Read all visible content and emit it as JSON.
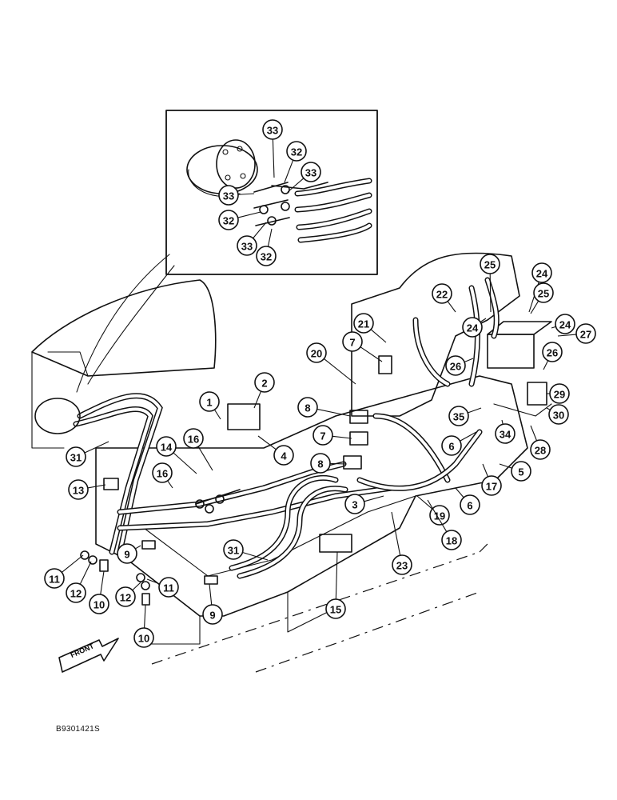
{
  "drawing_code": "B9301421S",
  "front_label": "FRONT",
  "callouts": [
    {
      "num": "33"
    },
    {
      "num": "32"
    },
    {
      "num": "33"
    },
    {
      "num": "33"
    },
    {
      "num": "32"
    },
    {
      "num": "33"
    },
    {
      "num": "32"
    },
    {
      "num": "25"
    },
    {
      "num": "24"
    },
    {
      "num": "22"
    },
    {
      "num": "25"
    },
    {
      "num": "24"
    },
    {
      "num": "24"
    },
    {
      "num": "27"
    },
    {
      "num": "21"
    },
    {
      "num": "7"
    },
    {
      "num": "20"
    },
    {
      "num": "26"
    },
    {
      "num": "26"
    },
    {
      "num": "29"
    },
    {
      "num": "2"
    },
    {
      "num": "8"
    },
    {
      "num": "35"
    },
    {
      "num": "30"
    },
    {
      "num": "1"
    },
    {
      "num": "7"
    },
    {
      "num": "34"
    },
    {
      "num": "16"
    },
    {
      "num": "6"
    },
    {
      "num": "14"
    },
    {
      "num": "4"
    },
    {
      "num": "28"
    },
    {
      "num": "31"
    },
    {
      "num": "8"
    },
    {
      "num": "5"
    },
    {
      "num": "16"
    },
    {
      "num": "13"
    },
    {
      "num": "17"
    },
    {
      "num": "3"
    },
    {
      "num": "6"
    },
    {
      "num": "19"
    },
    {
      "num": "18"
    },
    {
      "num": "9"
    },
    {
      "num": "31"
    },
    {
      "num": "23"
    },
    {
      "num": "11"
    },
    {
      "num": "12"
    },
    {
      "num": "10"
    },
    {
      "num": "12"
    },
    {
      "num": "11"
    },
    {
      "num": "15"
    },
    {
      "num": "9"
    },
    {
      "num": "10"
    }
  ]
}
